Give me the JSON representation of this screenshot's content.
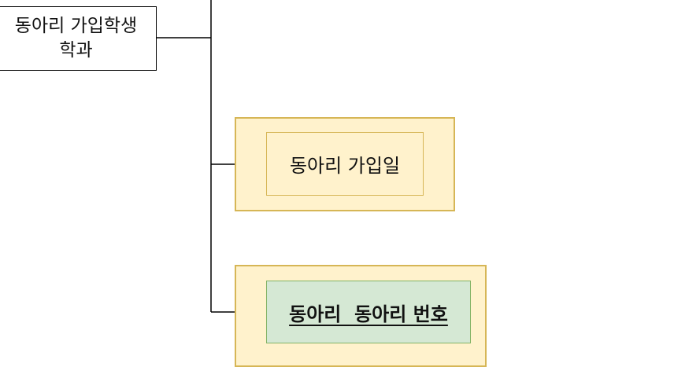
{
  "diagram": {
    "source_entity": {
      "line1": "동아리 가입학생",
      "line2": "학과"
    },
    "attributes": [
      {
        "label": "동아리 가입일",
        "is_key": false
      },
      {
        "label": "동아리  동아리 번호",
        "is_key": true
      }
    ],
    "colors": {
      "stroke": "#000000",
      "container_fill": "#fff2cc",
      "container_border": "#d6b656",
      "key_fill": "#d5e8d4",
      "key_border": "#82b366"
    }
  }
}
